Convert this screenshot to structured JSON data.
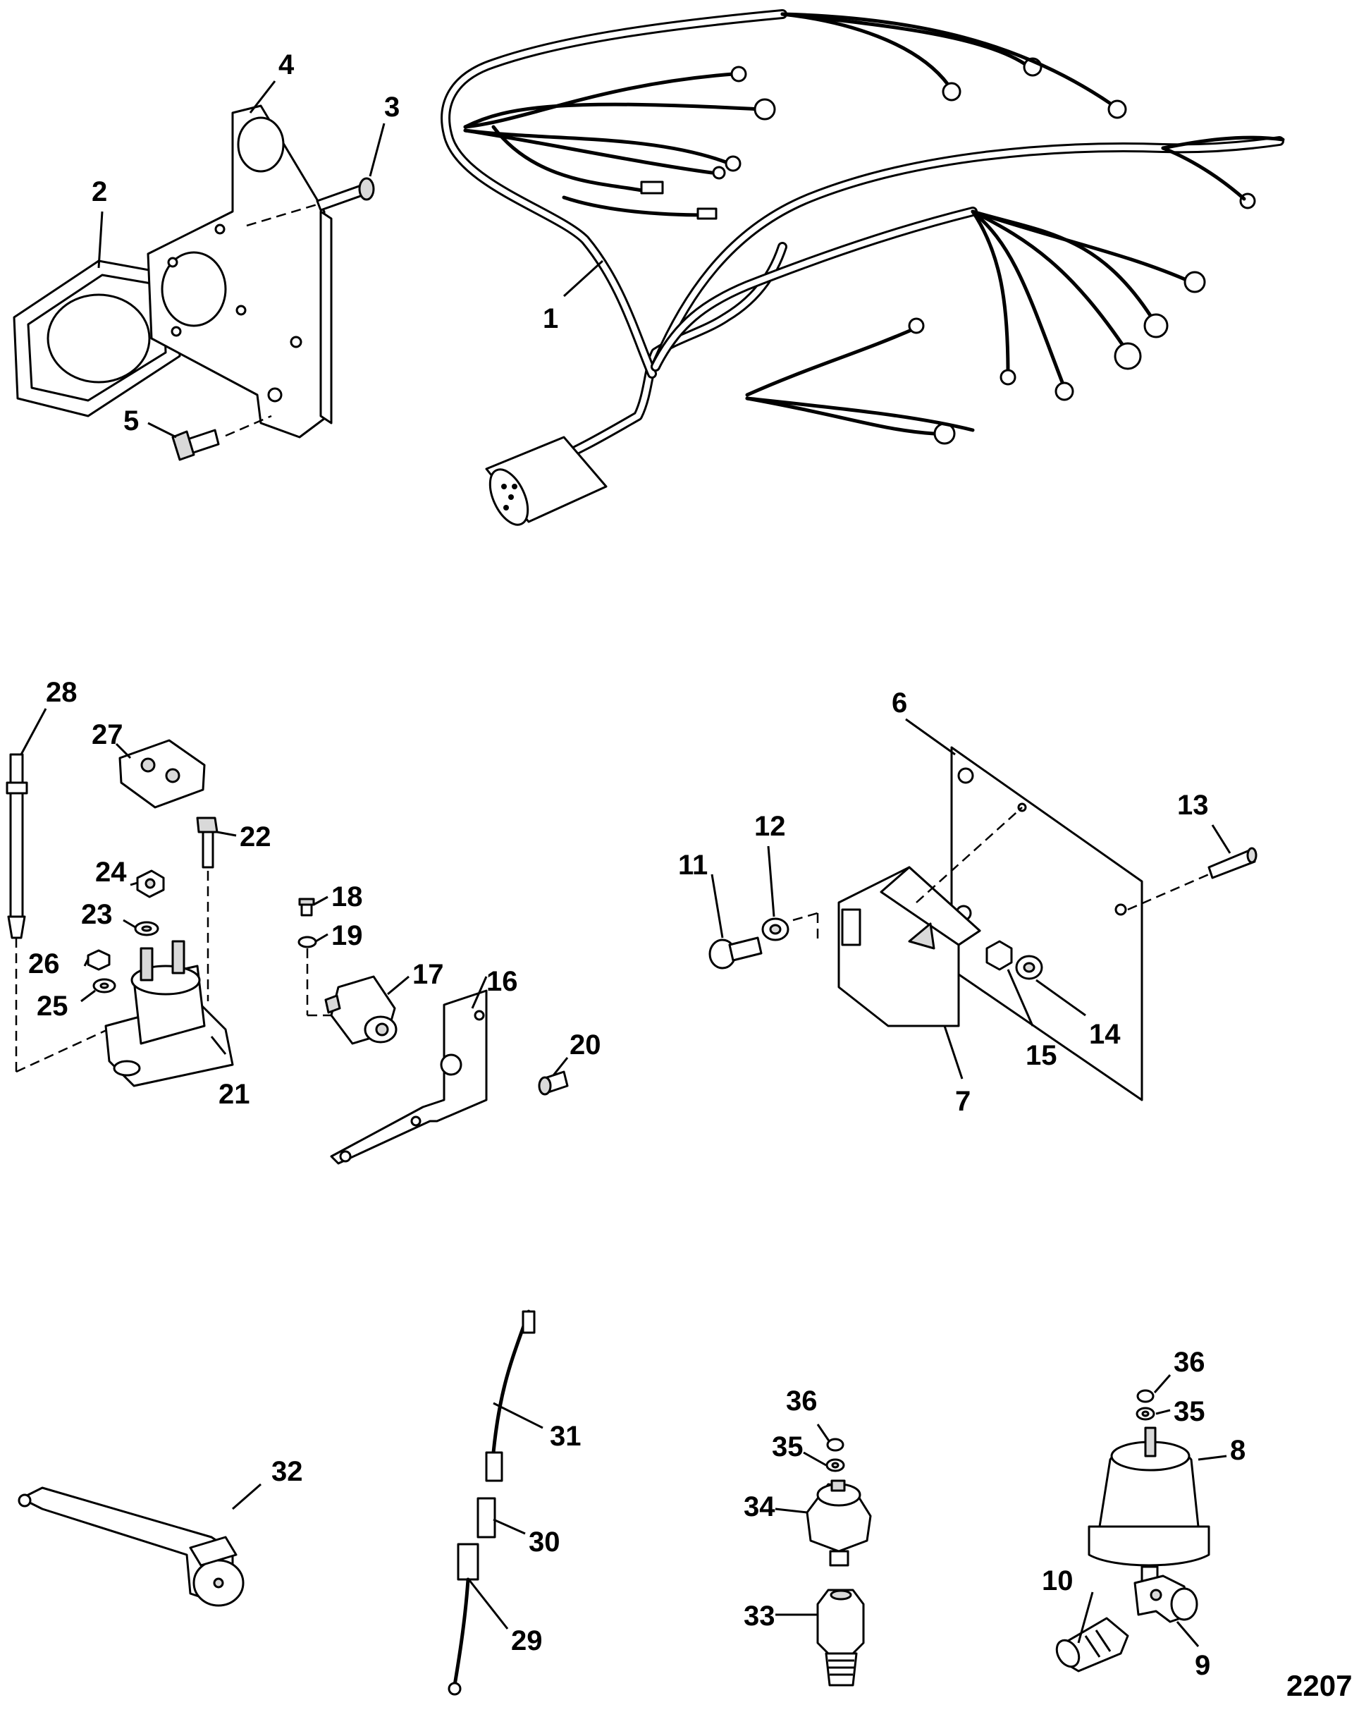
{
  "figure_number": "2207",
  "callouts": [
    {
      "key": "c1",
      "text": "1"
    },
    {
      "key": "c2",
      "text": "2"
    },
    {
      "key": "c3",
      "text": "3"
    },
    {
      "key": "c4",
      "text": "4"
    },
    {
      "key": "c5",
      "text": "5"
    },
    {
      "key": "c6",
      "text": "6"
    },
    {
      "key": "c7",
      "text": "7"
    },
    {
      "key": "c8",
      "text": "8"
    },
    {
      "key": "c9",
      "text": "9"
    },
    {
      "key": "c10",
      "text": "10"
    },
    {
      "key": "c11",
      "text": "11"
    },
    {
      "key": "c12",
      "text": "12"
    },
    {
      "key": "c13",
      "text": "13"
    },
    {
      "key": "c14",
      "text": "14"
    },
    {
      "key": "c15",
      "text": "15"
    },
    {
      "key": "c16",
      "text": "16"
    },
    {
      "key": "c17",
      "text": "17"
    },
    {
      "key": "c18",
      "text": "18"
    },
    {
      "key": "c19",
      "text": "19"
    },
    {
      "key": "c20",
      "text": "20"
    },
    {
      "key": "c21",
      "text": "21"
    },
    {
      "key": "c22",
      "text": "22"
    },
    {
      "key": "c23",
      "text": "23"
    },
    {
      "key": "c24",
      "text": "24"
    },
    {
      "key": "c25",
      "text": "25"
    },
    {
      "key": "c26",
      "text": "26"
    },
    {
      "key": "c27",
      "text": "27"
    },
    {
      "key": "c28",
      "text": "28"
    },
    {
      "key": "c29",
      "text": "29"
    },
    {
      "key": "c30",
      "text": "30"
    },
    {
      "key": "c31",
      "text": "31"
    },
    {
      "key": "c32",
      "text": "32"
    },
    {
      "key": "c33",
      "text": "33"
    },
    {
      "key": "c34",
      "text": "34"
    },
    {
      "key": "c35a",
      "text": "35"
    },
    {
      "key": "c36a",
      "text": "36"
    },
    {
      "key": "c35b",
      "text": "35"
    },
    {
      "key": "c36b",
      "text": "36"
    }
  ]
}
